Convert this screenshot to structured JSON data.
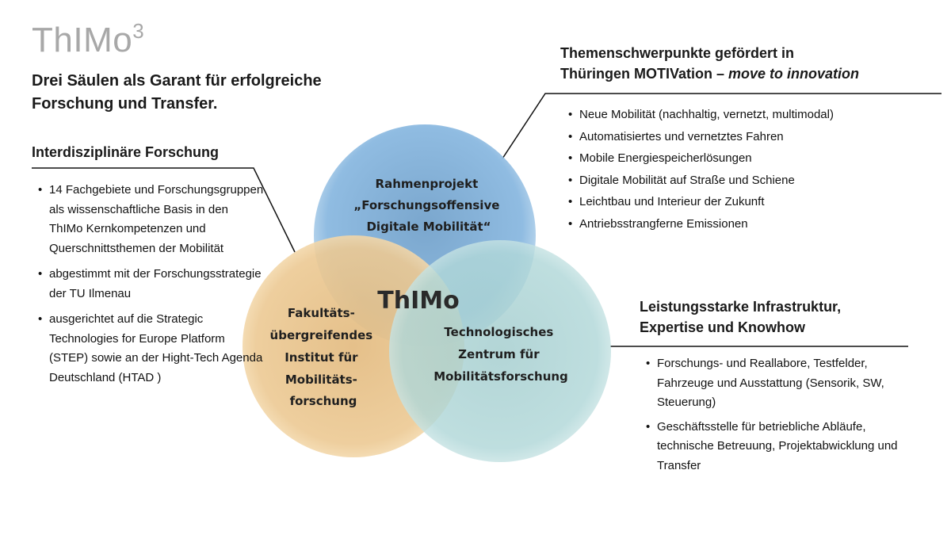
{
  "logo": {
    "text": "ThIMo",
    "sup": "3"
  },
  "subtitle": "Drei Säulen als Garant für erfolgreiche Forschung und Transfer.",
  "left": {
    "heading": "Interdisziplinäre Forschung",
    "items": [
      "14 Fachgebiete und Forschungsgruppen als wissenschaftliche Basis in den ThIMo Kernkompetenzen und Querschnittsthemen der Mobilität",
      "abgestimmt mit der Forschungsstrategie der TU Ilmenau",
      "ausgerichtet auf die Strategic Technologies for Europe Platform (STEP) sowie an der Hight-Tech Agenda Deutschland (HTAD )"
    ]
  },
  "top_right": {
    "heading_line1": "Themenschwerpunkte gefördert in",
    "heading_line2_a": "Thüringen MOTIVation – ",
    "heading_line2_b": "move to innovation",
    "items": [
      "Neue Mobilität (nachhaltig, vernetzt, multimodal)",
      "Automatisiertes und vernetztes Fahren",
      "Mobile Energiespeicherlösungen",
      "Digitale Mobilität auf Straße und Schiene",
      "Leichtbau und Interieur der Zukunft",
      "Antriebsstrangferne Emissionen"
    ]
  },
  "bottom_right": {
    "heading_line1": "Leistungsstarke Infrastruktur,",
    "heading_line2": "Expertise und Knowhow",
    "items": [
      "Forschungs- und Reallabore, Testfelder, Fahrzeuge und Ausstattung (Sensorik, SW, Steuerung)",
      "Geschäftsstelle für betriebliche Abläufe, technische Betreuung, Projektabwicklung und Transfer"
    ]
  },
  "venn": {
    "center_label": "ThIMo",
    "top": {
      "lines": [
        "Rahmenprojekt",
        "„Forschungsoffensive",
        "Digitale Mobilität“"
      ],
      "color": "#7fb0da"
    },
    "left": {
      "lines": [
        "Fakultäts-",
        "übergreifendes",
        "Institut für",
        "Mobilitäts-",
        "forschung"
      ],
      "color": "#e9c58c"
    },
    "right": {
      "lines": [
        "Technologisches",
        "Zentrum für",
        "Mobilitätsforschung"
      ],
      "color": "#a9d3d4"
    }
  }
}
